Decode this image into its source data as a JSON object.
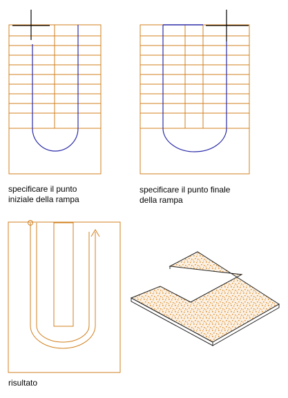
{
  "colors": {
    "stair_outline": "#d17f1c",
    "path_line": "#2a2aa8",
    "cursor": "#000000",
    "ramp_speckle": "#e0902e",
    "ramp_edge": "#222222",
    "background": "#ffffff"
  },
  "icons": {
    "cursor": "crosshair-cursor-icon",
    "start_marker": "circle-marker-icon",
    "end_marker": "arrowhead-icon"
  },
  "captions": {
    "step_start": "specificare il punto\niniziale della rampa",
    "step_end": "specificare il punto finale\ndella rampa",
    "result": "risultato"
  }
}
